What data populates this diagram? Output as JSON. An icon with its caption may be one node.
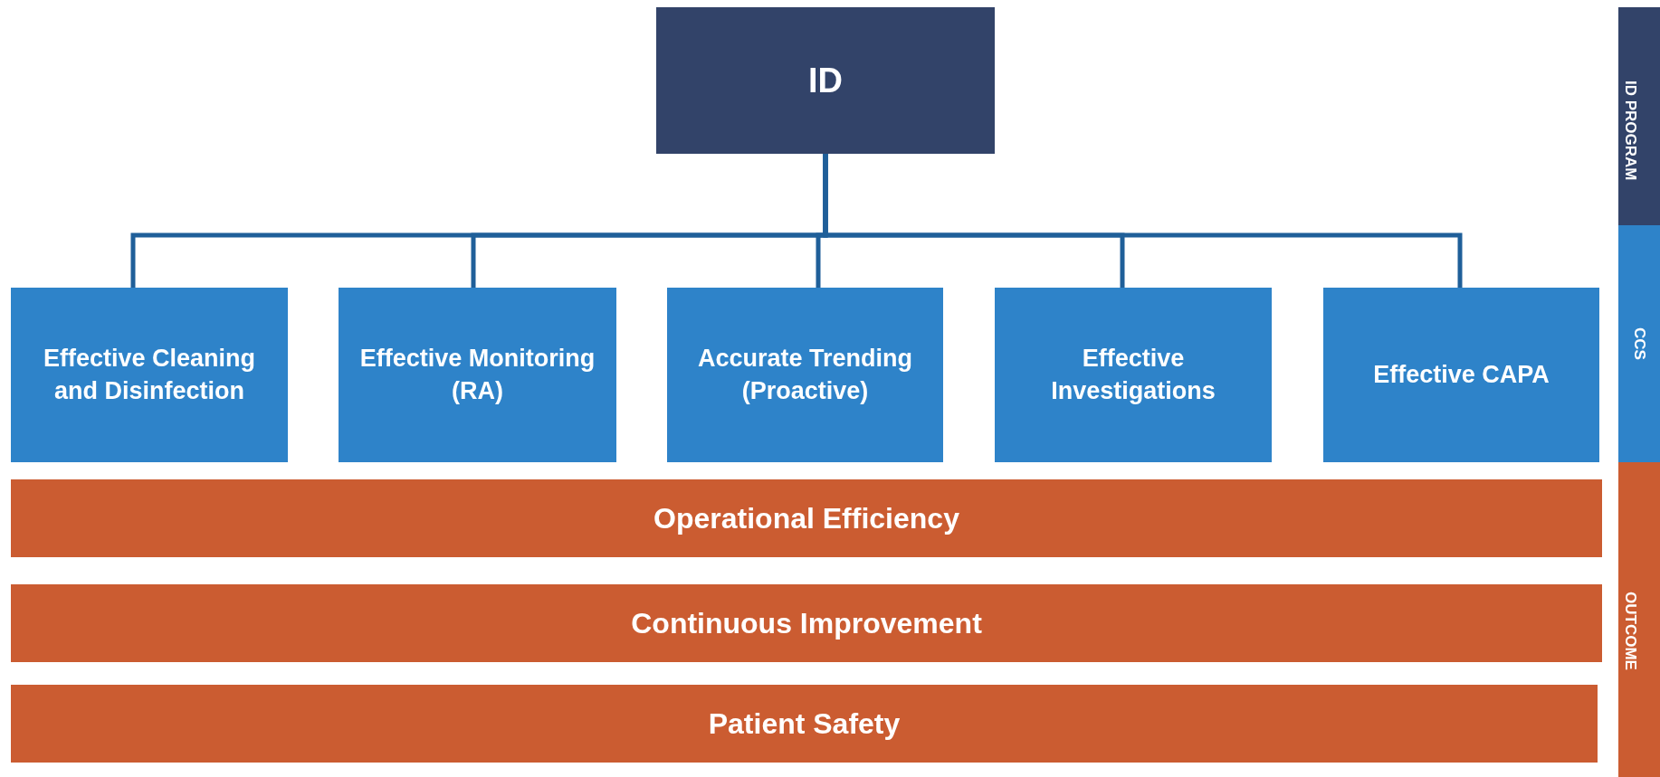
{
  "diagram": {
    "nodes": [
      {
        "text": [
          "ID"
        ]
      },
      {
        "text": [
          "Effective Cleaning and Disinfection"
        ]
      },
      {
        "text": [
          "Effective Monitoring (RA)"
        ]
      },
      {
        "text": [
          "Accurate Trending (Proactive)"
        ]
      },
      {
        "text": [
          "Effective Investigations"
        ]
      },
      {
        "text": [
          "Effective CAPA"
        ]
      },
      {
        "text": [
          "Operational Efficiency"
        ]
      },
      {
        "text": [
          "Continuous Improvement"
        ]
      },
      {
        "text": [
          "Patient Safety"
        ]
      },
      {
        "text": [
          "ID PROGRAM"
        ]
      },
      {
        "text": [
          "CCS"
        ]
      },
      {
        "text": [
          "OUTCOME"
        ]
      }
    ],
    "edges": [
      {
        "from": 0,
        "to": 1,
        "arrow": "none"
      },
      {
        "from": 0,
        "to": 2,
        "arrow": "none"
      },
      {
        "from": 0,
        "to": 3,
        "arrow": "none"
      },
      {
        "from": 0,
        "to": 4,
        "arrow": "none"
      },
      {
        "from": 0,
        "to": 5,
        "arrow": "none"
      }
    ]
  }
}
